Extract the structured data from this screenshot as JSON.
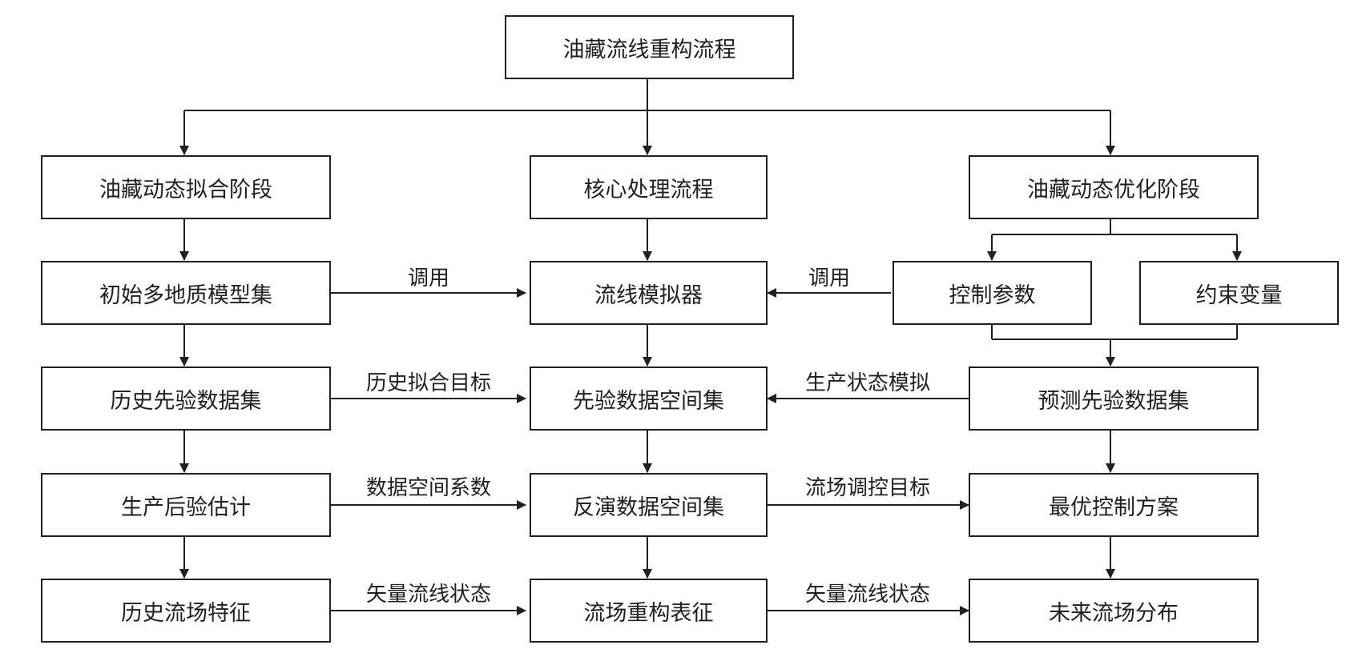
{
  "nodes": {
    "root": "油藏流线重构流程",
    "fitting_stage": "油藏动态拟合阶段",
    "core_process": "核心处理流程",
    "optimization_stage": "油藏动态优化阶段",
    "initial_models": "初始多地质模型集",
    "streamline_simulator": "流线模拟器",
    "control_params": "控制参数",
    "constraint_vars": "约束变量",
    "history_prior_data": "历史先验数据集",
    "prior_data_space": "先验数据空间集",
    "forecast_prior_data": "预测先验数据集",
    "production_posterior": "生产后验估计",
    "inverse_data_space": "反演数据空间集",
    "optimal_control": "最优控制方案",
    "history_flow_features": "历史流场特征",
    "flow_reconstruction": "流场重构表征",
    "future_flow": "未来流场分布"
  },
  "edge_labels": {
    "call_left": "调用",
    "call_right": "调用",
    "history_match_target": "历史拟合目标",
    "production_state_sim": "生产状态模拟",
    "data_space_coeff": "数据空间系数",
    "flow_control_target": "流场调控目标",
    "vector_streamline_left": "矢量流线状态",
    "vector_streamline_right": "矢量流线状态"
  }
}
